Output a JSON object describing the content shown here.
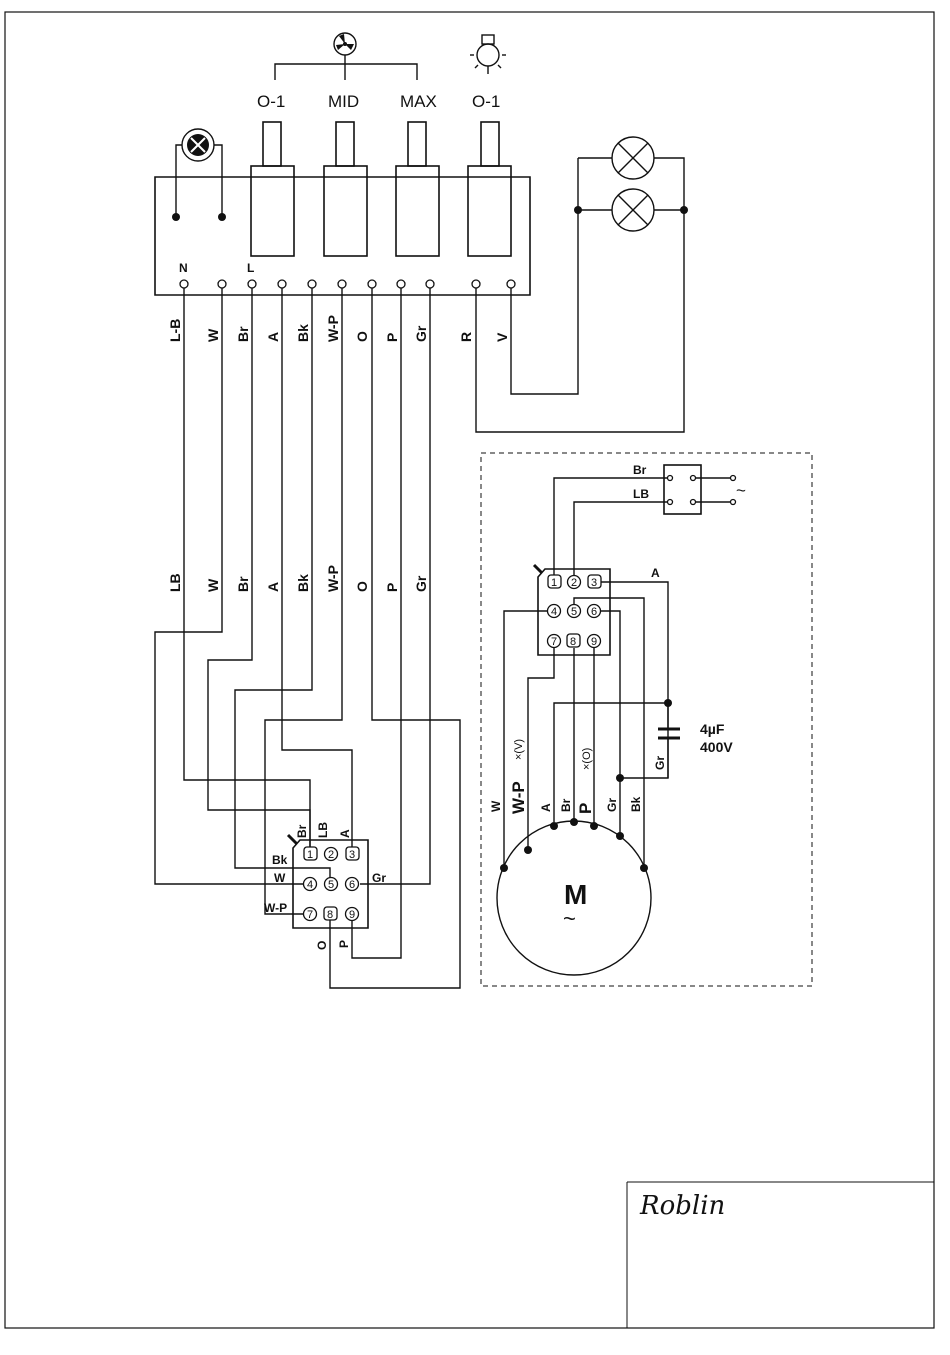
{
  "switch_panel": {
    "fan_icon": "fan-icon",
    "light_icon": "light-bulb-icon",
    "buttons": [
      "O-1",
      "MID",
      "MAX",
      "O-1"
    ],
    "terminals": [
      "N",
      "L"
    ],
    "indicator_icon": "indicator-lamp-icon"
  },
  "top_wire_labels": [
    "L-B",
    "W",
    "Br",
    "A",
    "Bk",
    "W-P",
    "O",
    "P",
    "Gr",
    "R",
    "V"
  ],
  "mid_wire_labels": [
    "LB",
    "W",
    "Br",
    "A",
    "Bk",
    "W-P",
    "O",
    "P",
    "Gr"
  ],
  "lamps": [
    "lamp-icon",
    "lamp-icon"
  ],
  "left_connector": {
    "pins": [
      "1",
      "2",
      "3",
      "4",
      "5",
      "6",
      "7",
      "8",
      "9"
    ],
    "labels": {
      "br": "Br",
      "lb": "LB",
      "a": "A",
      "bk": "Bk",
      "w": "W",
      "gr": "Gr",
      "wp": "W-P",
      "o": "O",
      "p": "P"
    }
  },
  "motor_unit": {
    "supply_labels": [
      "Br",
      "LB"
    ],
    "ac_symbol": "~",
    "connector_pins": [
      "1",
      "2",
      "3",
      "4",
      "5",
      "6",
      "7",
      "8",
      "9"
    ],
    "a_label": "A",
    "capacitor": {
      "value": "4µF",
      "voltage": "400V",
      "wire": "Gr"
    },
    "motor_wire_labels": [
      "W",
      "W-P",
      "A",
      "Br",
      "P",
      "Gr",
      "Bk"
    ],
    "alt_labels": [
      "×(V)",
      "×(O)"
    ],
    "motor_letter": "M",
    "motor_symbol": "~"
  },
  "title_block": {
    "logo": "Roblin"
  }
}
